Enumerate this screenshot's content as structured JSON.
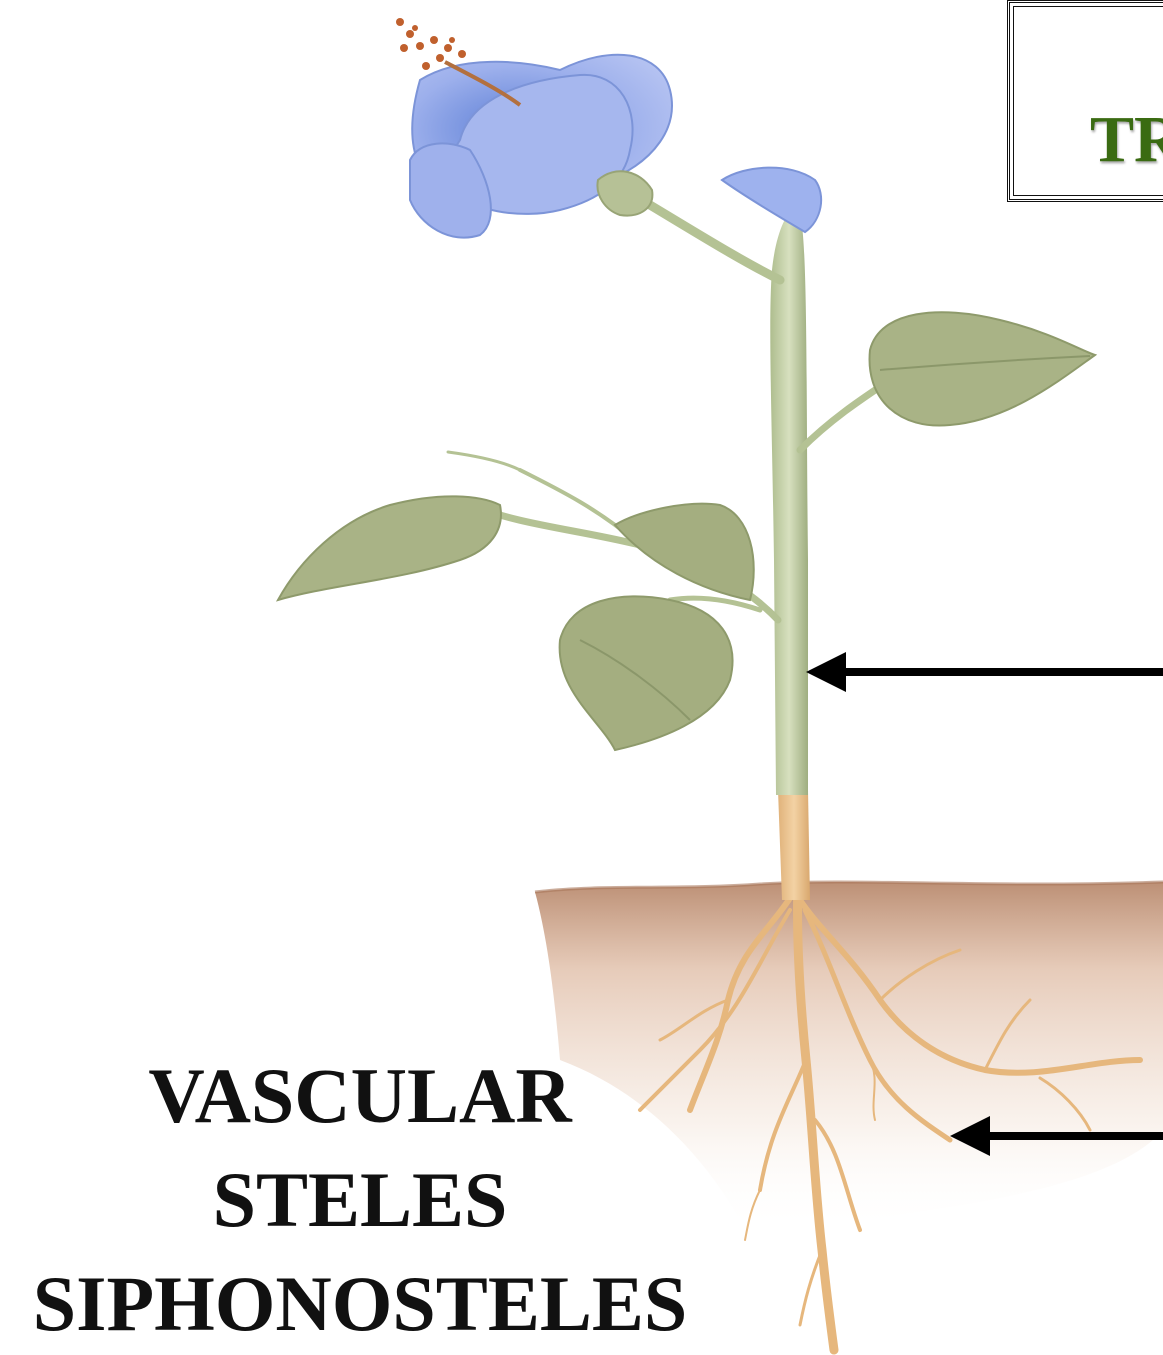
{
  "title_box": {
    "text": "TR"
  },
  "label": {
    "line1": "VASCULAR",
    "line2": "STELES",
    "line3": "SIPHONOSTELES"
  },
  "colors": {
    "title_text": "#3a6b12",
    "label_text": "#111111",
    "petal": "#8fa6e6",
    "leaf": "#a7b083",
    "stem": "#c9d4ad",
    "root": "#e8c08a",
    "soil": "#c89a7c",
    "arrow": "#000000"
  },
  "icons": {
    "plant": "flowering-plant-illustration",
    "stem_pointer": "arrow-left-icon",
    "root_pointer": "arrow-left-icon"
  }
}
